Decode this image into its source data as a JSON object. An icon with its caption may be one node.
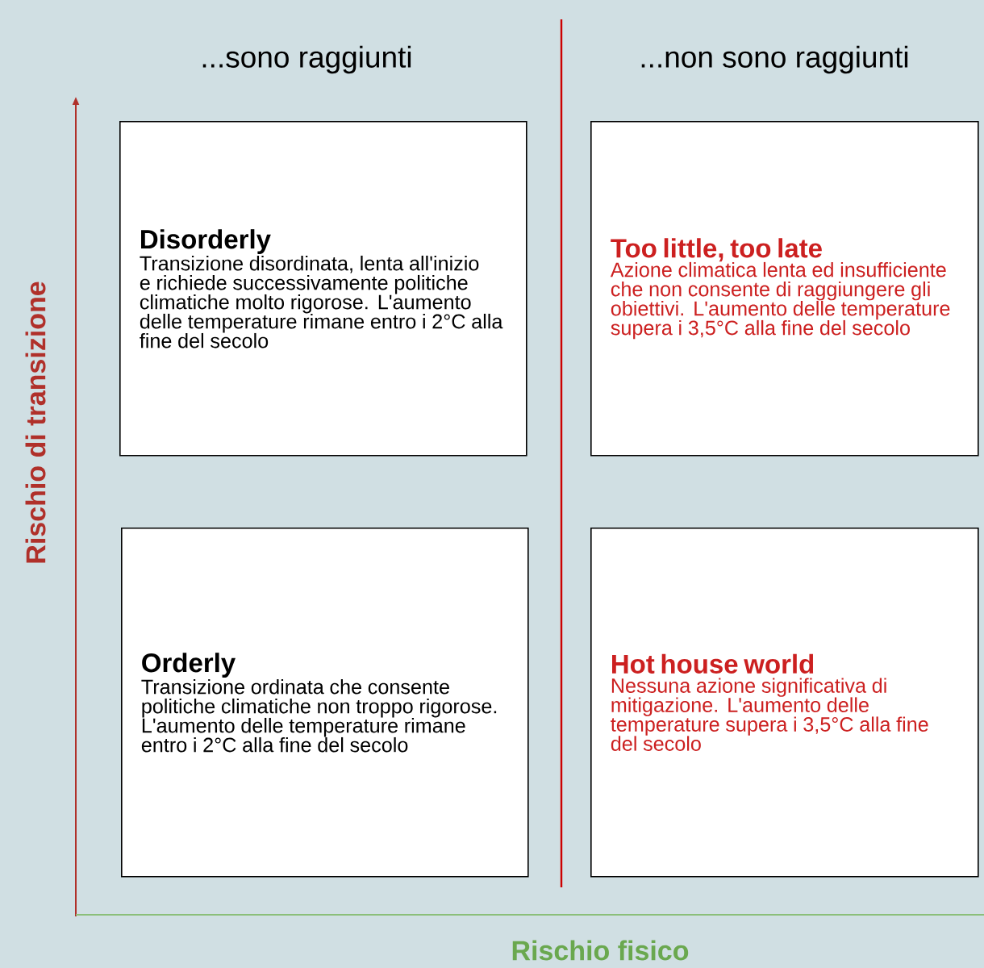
{
  "diagram": {
    "nodes": [
      {
        "text": [
          "Disorderly",
          "Transizione disordinata, lenta all'inizio e richiede successivamente politiche climatiche molto rigorose. L'aumento delle temperature rimane entro i 2°C alla fine del secolo"
        ]
      },
      {
        "text": [
          "Too little, too late",
          "Azione climatica lenta ed insufficiente che non consente di raggiungere gli obiettivi. L'aumento delle temperature supera i 3,5°C alla fine del secolo"
        ]
      },
      {
        "text": [
          "Orderly",
          "Transizione ordinata che consente politiche climatiche non troppo rigorose. L'aumento delle temperature rimane entro i 2°C alla fine del secolo"
        ]
      },
      {
        "text": [
          "Hot house world",
          "Nessuna azione significativa di mitigazione. L'aumento delle temperature supera i 3,5°C alla fine del secolo"
        ]
      }
    ],
    "edges": [],
    "labels": [
      "...sono raggiunti",
      "...non sono raggiunti",
      "Rischio di transizione",
      "Rischio fisico"
    ]
  }
}
